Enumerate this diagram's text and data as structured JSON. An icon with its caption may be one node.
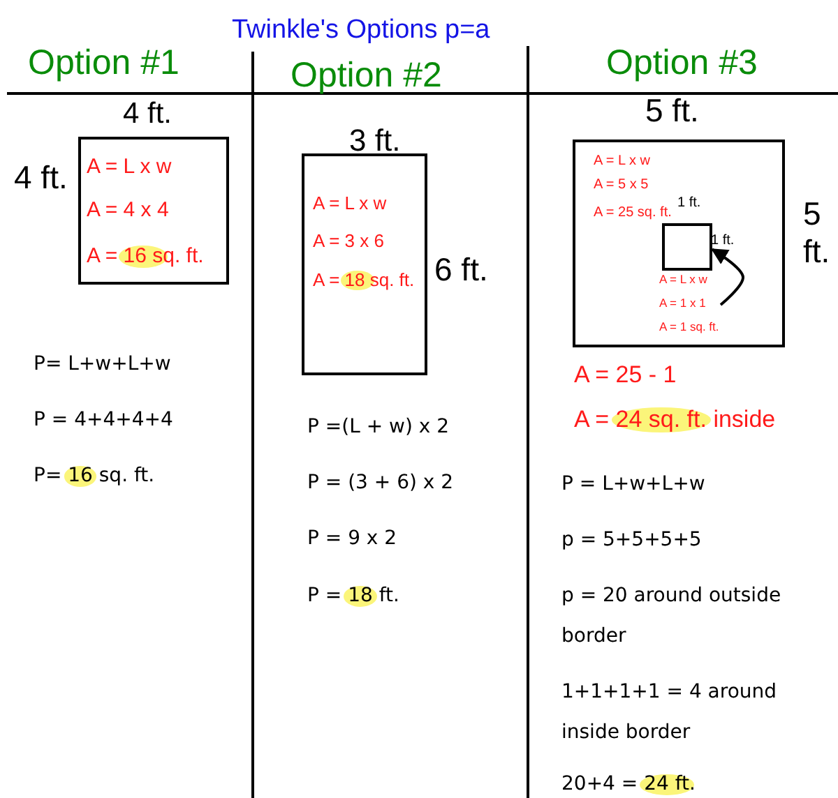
{
  "diagram": {
    "title": "Twinkle's Options p=a",
    "nodes": [
      {
        "text": [
          "A = L x w",
          "A = 4 x 4",
          "A = 16 sq. ft."
        ]
      },
      {
        "text": [
          "A = L x w",
          "A = 3 x 6",
          "A = 18 sq. ft."
        ]
      },
      {
        "text": [
          "A = L x w",
          "A = 5 x 5",
          "A = 25 sq. ft."
        ]
      },
      {
        "text": [],
        "shape": "box",
        "in": 2
      },
      {
        "text": [
          "A = L x w",
          "A = 1 x 1",
          "A = 1 sq. ft."
        ],
        "in": 2
      }
    ],
    "edges": [
      {
        "from": 4,
        "to": 3,
        "arrow": "to"
      }
    ],
    "labels": [
      "Option #1",
      "Option #2",
      "Option #3",
      "4 ft.",
      "4 ft.",
      "3 ft.",
      "6 ft.",
      "5 ft.",
      "5 ft.",
      "1 ft.",
      "1 ft.",
      "A = 25 - 1",
      "A = 24 sq. ft. inside",
      "P= L+w+L+w",
      "P = 4+4+4+4",
      "P= 16 sq. ft.",
      "P =(L + w) x 2",
      "P = (3 + 6) x 2",
      "P = 9 x 2",
      "P = 18 ft.",
      "P = L+w+L+w",
      "p = 5+5+5+5",
      "p = 20 around outside border",
      "1+1+1+1 = 4 around inside border",
      "20+4 = 24 ft."
    ]
  }
}
